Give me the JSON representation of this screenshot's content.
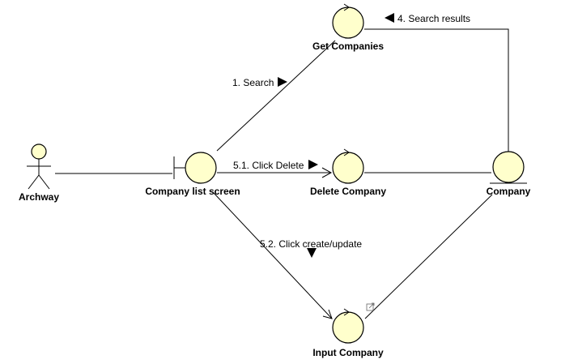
{
  "colors": {
    "background": "#ffffff",
    "node_fill": "#ffffcc",
    "stroke": "#000000"
  },
  "actor": {
    "label": "Archway",
    "icon": "stick-figure-actor-icon"
  },
  "boundary": {
    "label": "Company list screen",
    "icon": "boundary-icon"
  },
  "controls": {
    "get_companies": {
      "label": "Get Companies",
      "icon": "control-icon"
    },
    "delete_company": {
      "label": "Delete Company",
      "icon": "control-icon"
    },
    "input_company": {
      "label": "Input Company",
      "icon": "control-icon"
    }
  },
  "entity": {
    "label": "Company",
    "icon": "entity-icon"
  },
  "messages": {
    "search": {
      "label": "1. Search",
      "direction": "right"
    },
    "search_results": {
      "label": "4. Search results",
      "direction": "left"
    },
    "click_delete": {
      "label": "5.1. Click Delete",
      "direction": "right"
    },
    "click_create_update": {
      "label": "5.2. Click create/update",
      "direction": "down"
    }
  },
  "link_indicator_icon": "external-link-icon"
}
